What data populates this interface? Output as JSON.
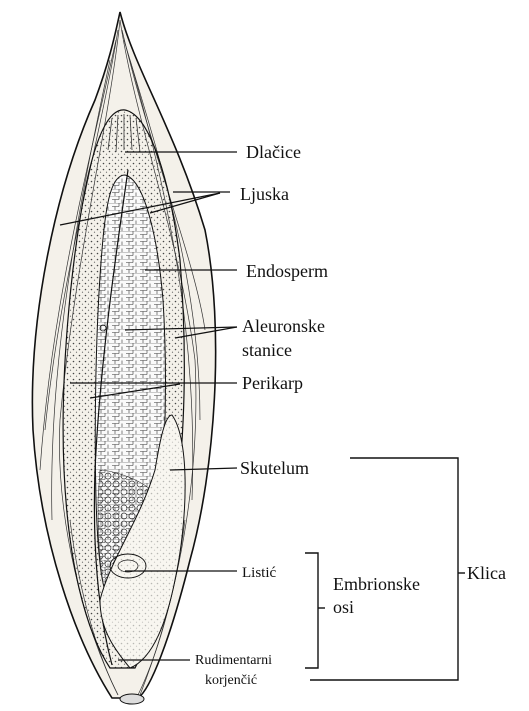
{
  "labels": {
    "dlacice": "Dlačice",
    "ljuska": "Ljuska",
    "endosperm": "Endosperm",
    "aleuronske_1": "Aleuronske",
    "aleuronske_2": "stanice",
    "perikarp": "Perikarp",
    "skutelum": "Skutelum",
    "listic": "Listić",
    "embrionske_1": "Embrionske",
    "embrionske_2": "osi",
    "rudimentarni_1": "Rudimentarni",
    "rudimentarni_2": "korjenčić",
    "klica": "Klica"
  },
  "colors": {
    "ink": "#111111",
    "paper": "#ffffff",
    "seed_fill": "#f4f1ea"
  }
}
